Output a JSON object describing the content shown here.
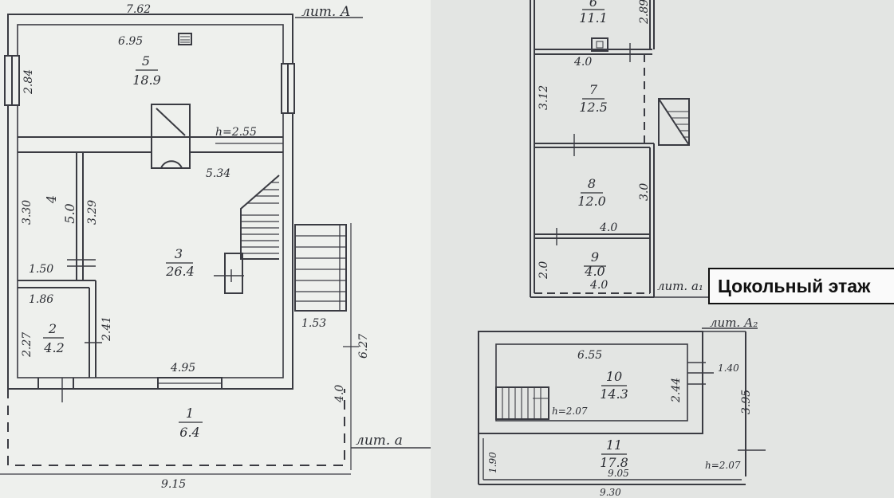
{
  "title_ground_floor": "Цокольный этаж",
  "lit_labels": {
    "a_main": "лит. А",
    "a_lower": "лит. а",
    "a1": "лит. а₁",
    "a2": "лит. А₂"
  },
  "rooms": [
    {
      "id": "1",
      "num": "1",
      "area": "6.4"
    },
    {
      "id": "2",
      "num": "2",
      "area": "4.2"
    },
    {
      "id": "3",
      "num": "3",
      "area": "26.4"
    },
    {
      "id": "4",
      "num": "4",
      "area": "5.0"
    },
    {
      "id": "5",
      "num": "5",
      "area": "18.9"
    },
    {
      "id": "6",
      "num": "6",
      "area": "11.1"
    },
    {
      "id": "7",
      "num": "7",
      "area": "12.5"
    },
    {
      "id": "8",
      "num": "8",
      "area": "12.0"
    },
    {
      "id": "9",
      "num": "9",
      "area": "4.0"
    },
    {
      "id": "10",
      "num": "10",
      "area": "14.3"
    },
    {
      "id": "11",
      "num": "11",
      "area": "17.8"
    }
  ],
  "dimensions": {
    "top_width": "7.62",
    "room5_width": "6.95",
    "room5_height": "2.84",
    "ceiling_height_main": "h=2.55",
    "partition_534": "5.34",
    "room4_height_left": "3.30",
    "room4_height_right": "3.29",
    "room4_width": "1.50",
    "room2_width": "1.86",
    "room2_height_left": "2.27",
    "room2_height_right": "2.41",
    "room3_bottom": "4.95",
    "stair_ext_width": "1.53",
    "veranda_height": "4.0",
    "side_total": "6.27",
    "bottom_total": "9.15",
    "room6_height": "2.89",
    "room6_width": "4.0",
    "room7_height": "3.12",
    "room8_height": "3.0",
    "room8_width": "4.0",
    "room9_height": "2.0",
    "room9_width": "4.0",
    "room10_width": "6.55",
    "room10_height": "2.44",
    "room10_door": "1.40",
    "ceiling_height_basement": "h=2.07",
    "ceiling_height_room11": "h=2.07",
    "room11_height_left": "1.90",
    "room11_inner_width": "9.05",
    "basement_side": "3.95",
    "basement_total_width": "9.30"
  }
}
